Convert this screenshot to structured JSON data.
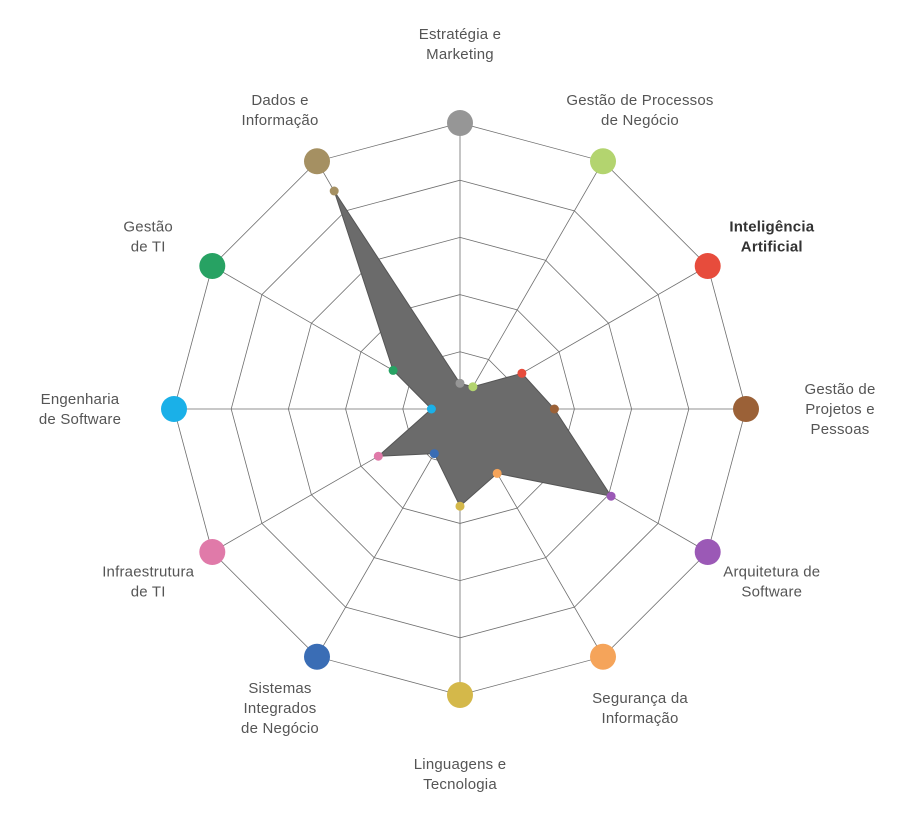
{
  "chart_data": {
    "type": "radar",
    "max": 1.0,
    "rings": 5,
    "categories": [
      {
        "label": "Estratégia e\nMarketing",
        "color": "#969696",
        "value": 0.09
      },
      {
        "label": "Gestão de Processos\nde Negócio",
        "color": "#b3d46f",
        "value": 0.09
      },
      {
        "label": "Inteligência\nArtificial",
        "color": "#e74c3c",
        "value": 0.25,
        "emphasis": true
      },
      {
        "label": "Gestão de\nProjetos e\nPessoas",
        "color": "#9b6137",
        "value": 0.33
      },
      {
        "label": "Arquitetura de\nSoftware",
        "color": "#9b59b6",
        "value": 0.61
      },
      {
        "label": "Segurança da\nInformação",
        "color": "#f5a45a",
        "value": 0.26
      },
      {
        "label": "Linguagens e\nTecnologia",
        "color": "#d4b84a",
        "value": 0.34
      },
      {
        "label": "Sistemas\nIntegrados\nde Negócio",
        "color": "#3a6db5",
        "value": 0.18
      },
      {
        "label": "Infraestrutura\nde TI",
        "color": "#e07aa9",
        "value": 0.33
      },
      {
        "label": "Engenharia\nde Software",
        "color": "#1ab0e8",
        "value": 0.1
      },
      {
        "label": "Gestão\nde TI",
        "color": "#27a263",
        "value": 0.27
      },
      {
        "label": "Dados e\nInformação",
        "color": "#a59062",
        "value": 0.88
      }
    ]
  }
}
